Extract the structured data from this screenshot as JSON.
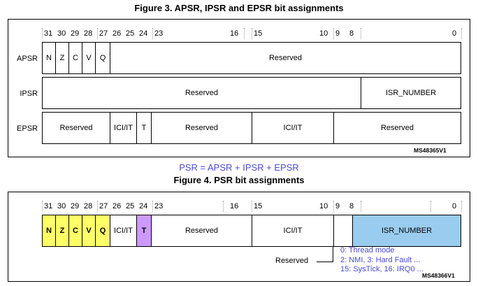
{
  "figure3": {
    "title": "Figure 3. APSR, IPSR and EPSR bit assignments",
    "watermark": "MS48365V1",
    "bit_labels": [
      "31",
      "30",
      "29",
      "28",
      "27",
      "26",
      "25",
      "24",
      "23",
      "16",
      "15",
      "10",
      "9",
      "8",
      "0"
    ],
    "rows": [
      {
        "label": "APSR",
        "cells": [
          {
            "text": "N"
          },
          {
            "text": "Z"
          },
          {
            "text": "C"
          },
          {
            "text": "V"
          },
          {
            "text": "Q"
          },
          {
            "text": "Reserved"
          }
        ]
      },
      {
        "label": "IPSR",
        "cells": [
          {
            "text": "Reserved"
          },
          {
            "text": "ISR_NUMBER"
          }
        ]
      },
      {
        "label": "EPSR",
        "cells": [
          {
            "text": "Reserved"
          },
          {
            "text": "ICI/IT"
          },
          {
            "text": "T"
          },
          {
            "text": "Reserved"
          },
          {
            "text": "ICI/IT"
          },
          {
            "text": "Reserved"
          }
        ]
      }
    ]
  },
  "psr_equation": "PSR = APSR + IPSR + EPSR",
  "figure4": {
    "title": "Figure 4. PSR bit assignments",
    "watermark": "MS48366V1",
    "bit_labels": [
      "31",
      "30",
      "29",
      "28",
      "27",
      "26",
      "25",
      "24",
      "23",
      "16",
      "15",
      "10",
      "9",
      "8",
      "0"
    ],
    "cells": [
      {
        "text": "N"
      },
      {
        "text": "Z"
      },
      {
        "text": "C"
      },
      {
        "text": "V"
      },
      {
        "text": "Q"
      },
      {
        "text": "ICI/IT"
      },
      {
        "text": "T"
      },
      {
        "text": "Reserved"
      },
      {
        "text": "ICI/IT"
      },
      {
        "text": ""
      },
      {
        "text": "ISR_NUMBER"
      }
    ],
    "reserved_callout": "Reserved",
    "isr_notes": [
      "0: Thread mode",
      "2: NMI, 3: Hard Fault ...",
      "15: SysTick, 16: IRQ0 ..."
    ]
  },
  "colors": {
    "flag_yellow": "#ffff66",
    "thumb_purple": "#cc99ff",
    "isr_blue": "#99ccee",
    "equation_blue": "#4a4ad4",
    "note_blue": "#4a4ad4",
    "border_black": "#000000"
  }
}
